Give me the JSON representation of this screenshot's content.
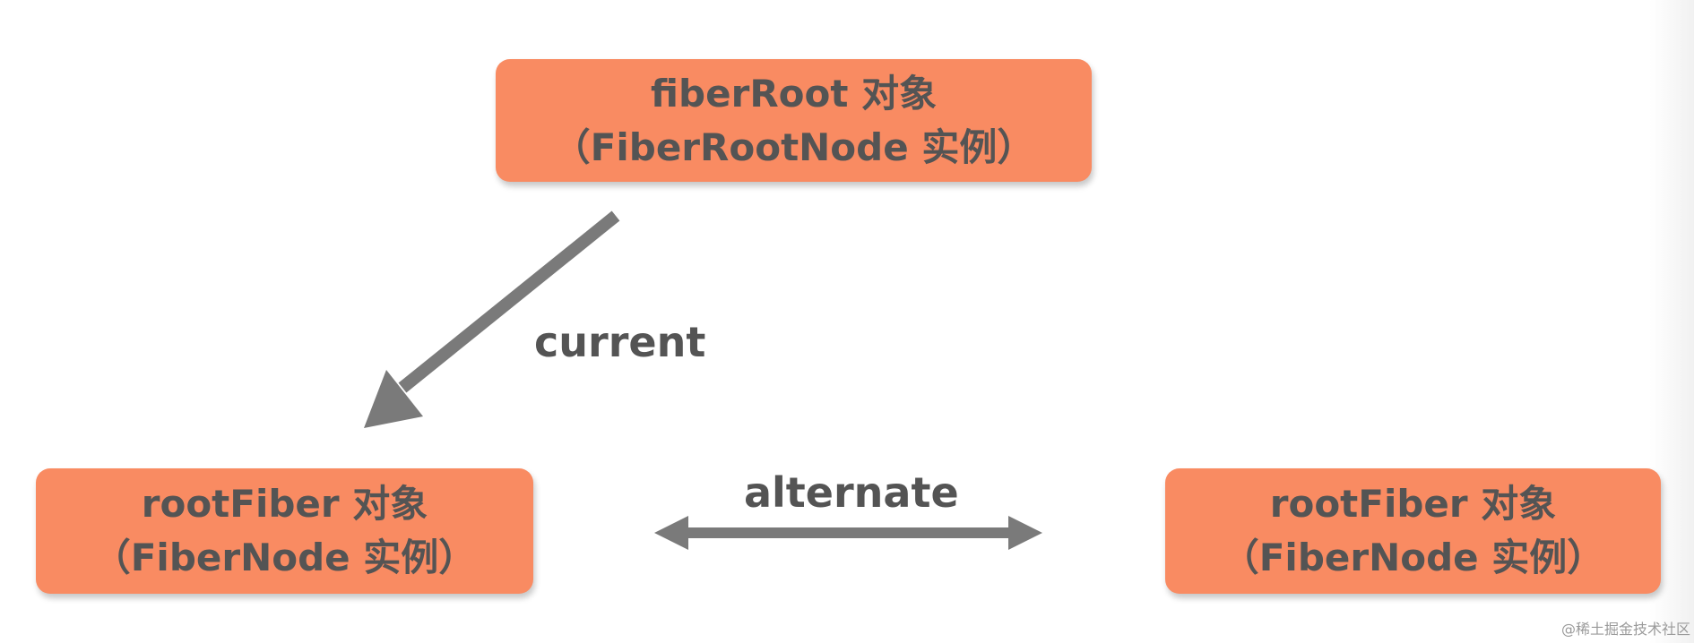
{
  "nodes": {
    "fiber_root": {
      "line1": "fiberRoot 对象",
      "line2": "（FiberRootNode 实例）"
    },
    "root_fiber_left": {
      "line1": "rootFiber 对象",
      "line2": "（FiberNode 实例）"
    },
    "root_fiber_right": {
      "line1": "rootFiber 对象",
      "line2": "（FiberNode 实例）"
    }
  },
  "edges": {
    "current": "current",
    "alternate": "alternate"
  },
  "watermark": "@稀土掘金技术社区",
  "colors": {
    "node_fill": "#f98b62",
    "text": "#545454",
    "arrow": "#7a7a7a",
    "background": "#ffffff"
  }
}
